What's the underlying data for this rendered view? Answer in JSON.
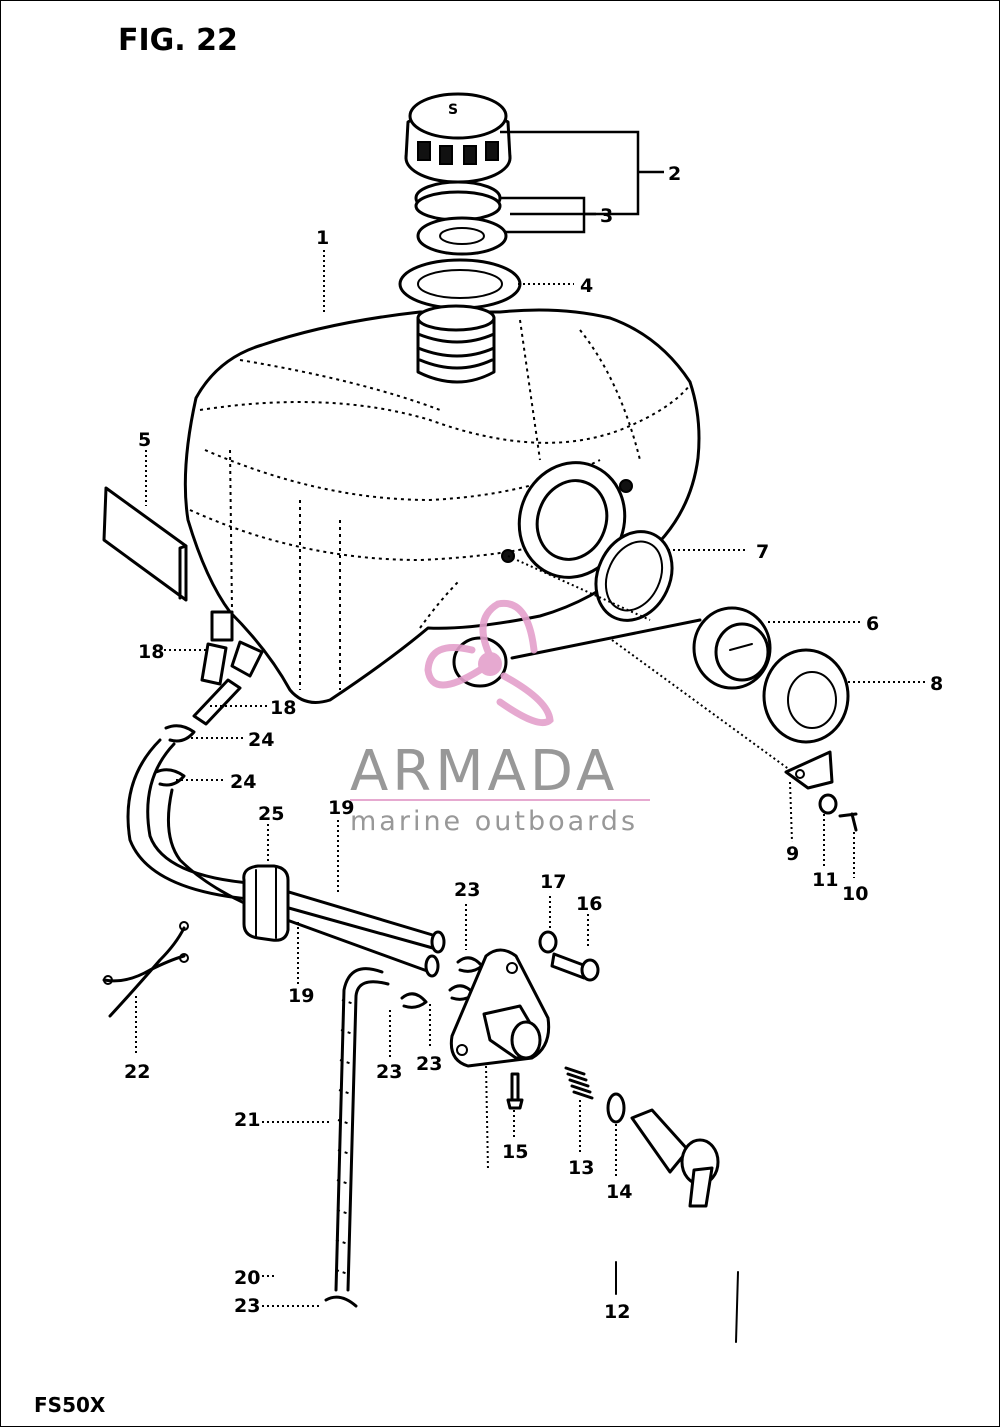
{
  "figure": {
    "title": "FIG. 22",
    "model": "FS50X"
  },
  "watermark": {
    "brand": "ARMADA",
    "tagline": "marine outboards",
    "brand_color": "#8d8d8d",
    "accent_color": "#e4a0cc"
  },
  "callouts": [
    {
      "id": "c1",
      "label": "1"
    },
    {
      "id": "c2",
      "label": "2"
    },
    {
      "id": "c3",
      "label": "3"
    },
    {
      "id": "c4",
      "label": "4"
    },
    {
      "id": "c5",
      "label": "5"
    },
    {
      "id": "c6",
      "label": "6"
    },
    {
      "id": "c7",
      "label": "7"
    },
    {
      "id": "c8",
      "label": "8"
    },
    {
      "id": "c9",
      "label": "9"
    },
    {
      "id": "c10",
      "label": "10"
    },
    {
      "id": "c11",
      "label": "11"
    },
    {
      "id": "c12",
      "label": "12"
    },
    {
      "id": "c13",
      "label": "13"
    },
    {
      "id": "c14",
      "label": "14"
    },
    {
      "id": "c15",
      "label": "15"
    },
    {
      "id": "c16",
      "label": "16"
    },
    {
      "id": "c17",
      "label": "17"
    },
    {
      "id": "c18a",
      "label": "18"
    },
    {
      "id": "c18b",
      "label": "18"
    },
    {
      "id": "c19a",
      "label": "19"
    },
    {
      "id": "c19b",
      "label": "19"
    },
    {
      "id": "c20",
      "label": "20"
    },
    {
      "id": "c21",
      "label": "21"
    },
    {
      "id": "c22",
      "label": "22"
    },
    {
      "id": "c23a",
      "label": "23"
    },
    {
      "id": "c23b",
      "label": "23"
    },
    {
      "id": "c23c",
      "label": "23"
    },
    {
      "id": "c23d",
      "label": "23"
    },
    {
      "id": "c24a",
      "label": "24"
    },
    {
      "id": "c24b",
      "label": "24"
    },
    {
      "id": "c25",
      "label": "25"
    }
  ]
}
